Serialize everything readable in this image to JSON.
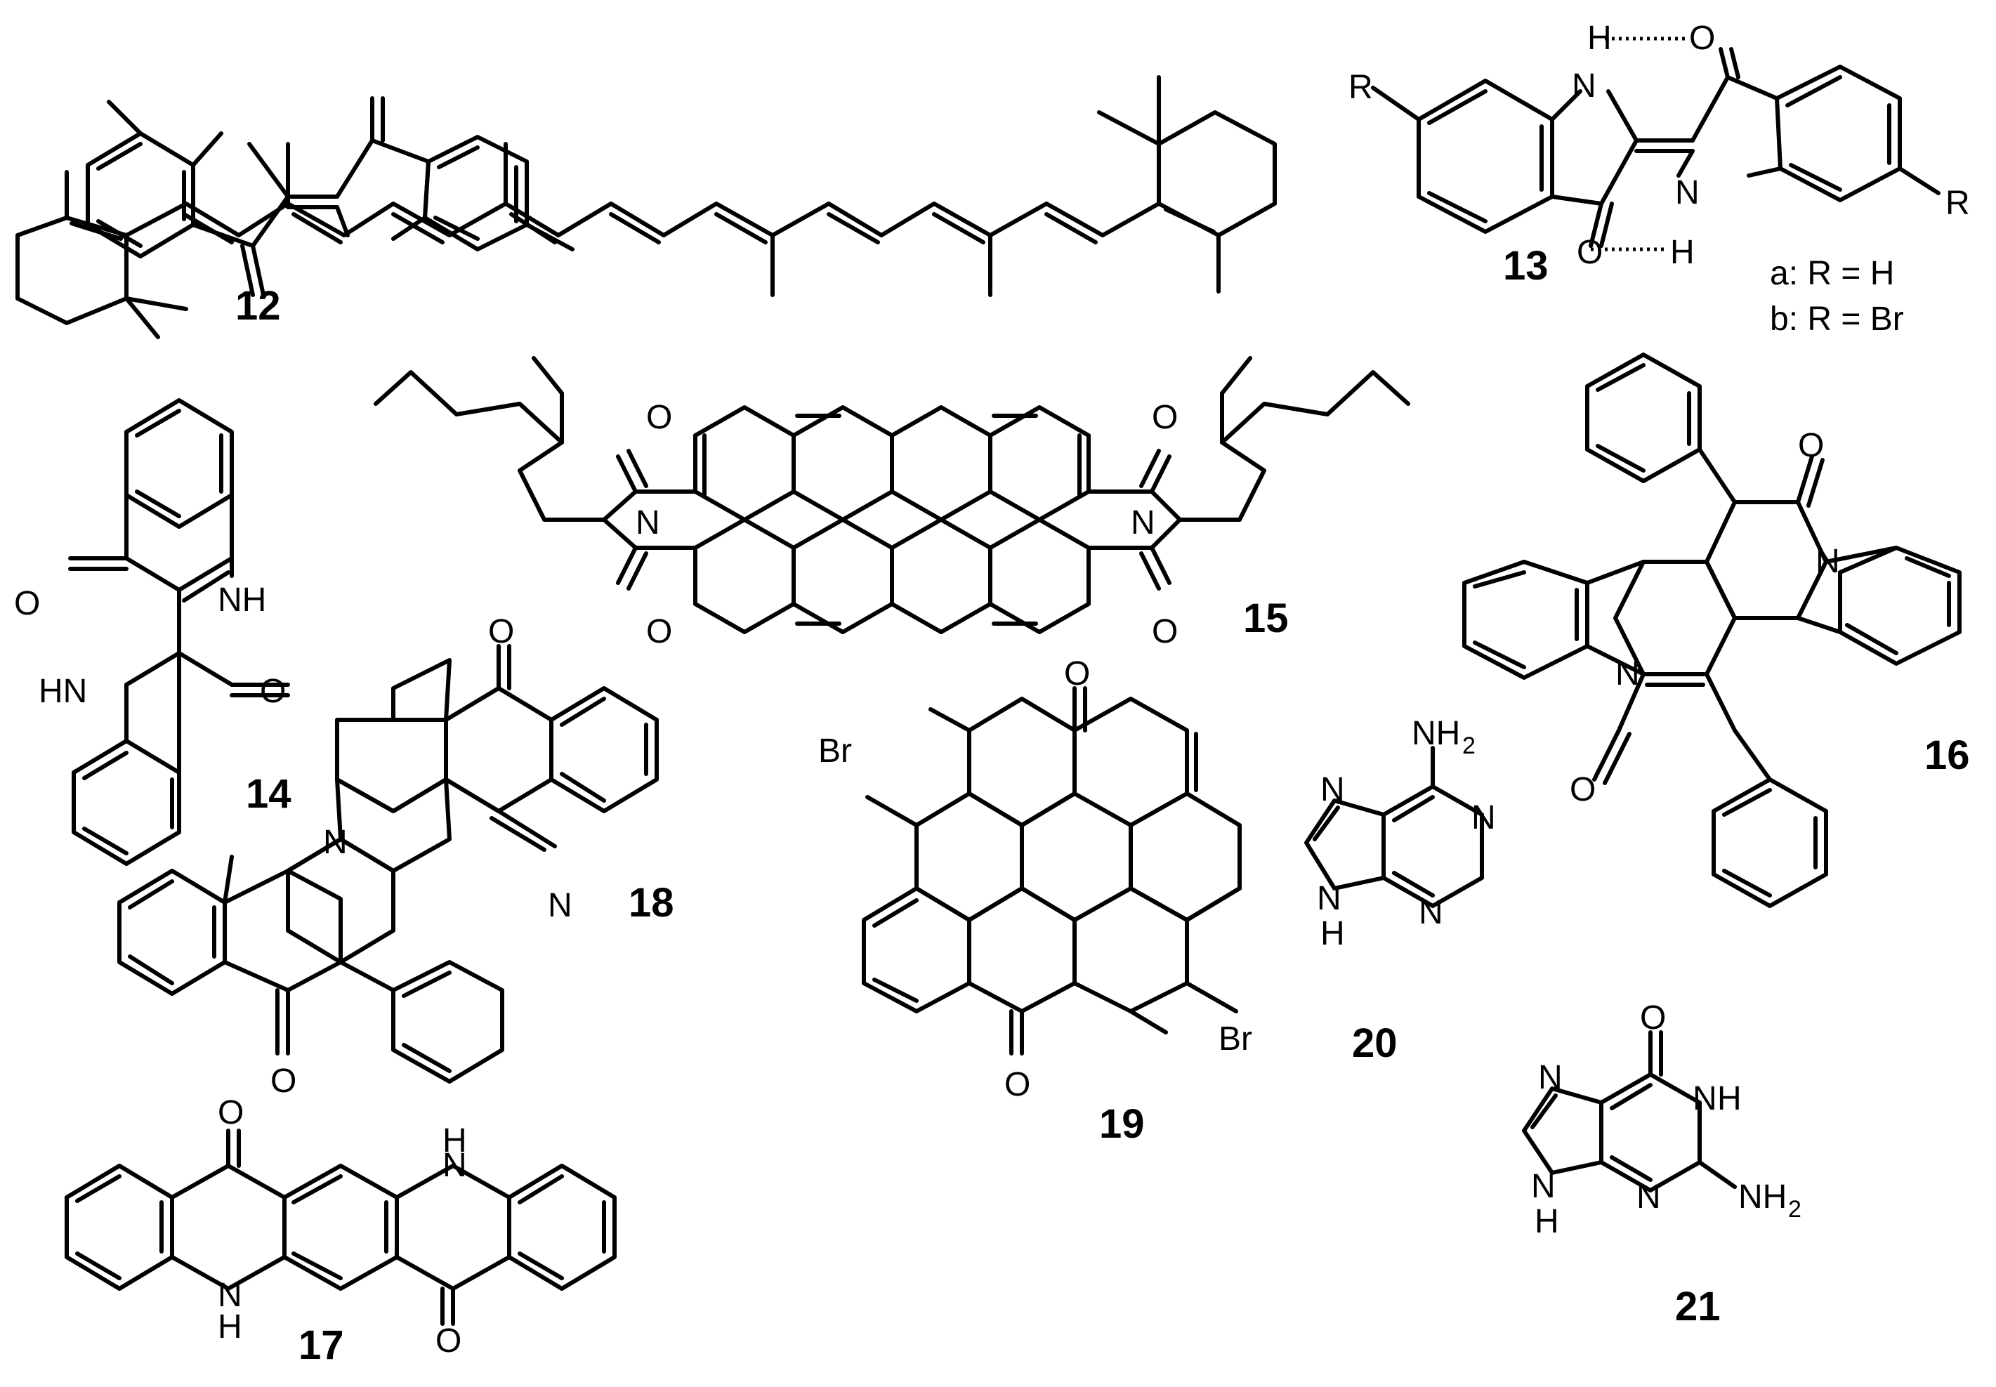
{
  "compounds": {
    "c12": {
      "id": "12"
    },
    "c13": {
      "id": "13",
      "variant_a": "a: R = H",
      "variant_b": "b: R = Br",
      "r": "R",
      "n": "N",
      "h": "H",
      "o": "O"
    },
    "c14": {
      "id": "14",
      "nh": "NH",
      "hn": "HN",
      "o": "O"
    },
    "c15": {
      "id": "15",
      "n": "N",
      "o": "O"
    },
    "c16": {
      "id": "16",
      "n": "N",
      "o": "O"
    },
    "c17": {
      "id": "17",
      "o": "O",
      "n": "N",
      "h": "H"
    },
    "c18": {
      "id": "18",
      "o": "O",
      "n": "N"
    },
    "c19": {
      "id": "19",
      "o": "O",
      "br": "Br"
    },
    "c20": {
      "id": "20",
      "nh2": "NH",
      "two": "2",
      "n": "N",
      "h": "H"
    },
    "c21": {
      "id": "21",
      "o": "O",
      "n": "N",
      "h": "H",
      "nh2": "NH",
      "two": "2"
    }
  }
}
